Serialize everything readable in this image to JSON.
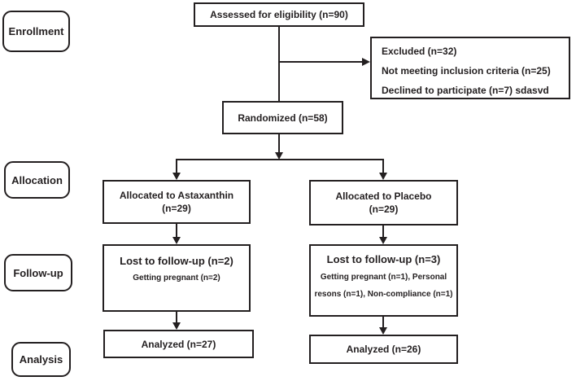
{
  "colors": {
    "ink": "#231f20",
    "background": "#ffffff"
  },
  "diagram": {
    "stage_labels": {
      "enrollment": "Enrollment",
      "allocation": "Allocation",
      "followup": "Follow-up",
      "analysis": "Analysis"
    },
    "assessed": {
      "label": "Assessed for eligibility (n=90)"
    },
    "excluded": {
      "line1": "Excluded (n=32)",
      "line2": "Not meeting inclusion criteria (n=25)",
      "line3": "Declined to participate (n=7) sdasvd"
    },
    "randomized": {
      "label": "Randomized (n=58)"
    },
    "allocation_left": {
      "line1": "Allocated to Astaxanthin",
      "line2": "(n=29)"
    },
    "allocation_right": {
      "line1": "Allocated to Placebo",
      "line2": "(n=29)"
    },
    "followup_left": {
      "title": "Lost to follow-up (n=2)",
      "detail1": "Getting pregnant (n=2)"
    },
    "followup_right": {
      "title": "Lost to follow-up (n=3)",
      "detail1": "Getting pregnant (n=1), Personal",
      "detail2": "resons (n=1), Non-compliance (n=1)"
    },
    "analyzed_left": {
      "label": "Analyzed (n=27)"
    },
    "analyzed_right": {
      "label": "Analyzed (n=26)"
    }
  }
}
